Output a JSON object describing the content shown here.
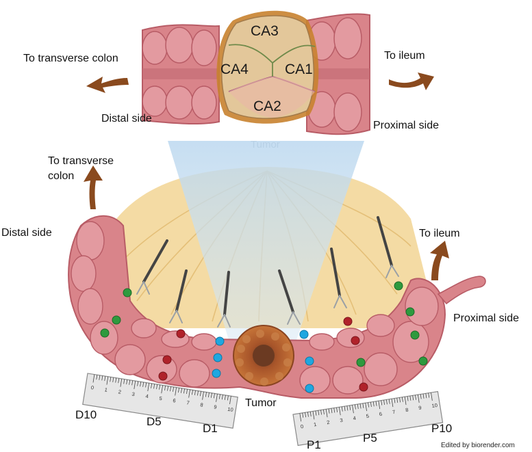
{
  "top_panel": {
    "segments": {
      "ca3": "CA3",
      "ca4": "CA4",
      "ca1": "CA1",
      "ca2": "CA2"
    },
    "to_transverse": "To transverse colon",
    "to_ileum": "To ileum",
    "distal": "Distal side",
    "proximal": "Proximal side",
    "tumor": "Tumor"
  },
  "bottom_panel": {
    "to_transverse_line1": "To transverse",
    "to_transverse_line2": "colon",
    "distal": "Distal side",
    "to_ileum": "To ileum",
    "proximal": "Proximal side",
    "tumor": "Tumor",
    "ruler_left_labels": {
      "d10": "D10",
      "d5": "D5",
      "d1": "D1"
    },
    "ruler_right_labels": {
      "p1": "P1",
      "p5": "P5",
      "p10": "P10"
    },
    "ruler_numbers": [
      "0",
      "1",
      "2",
      "3",
      "4",
      "5",
      "6",
      "7",
      "8",
      "9",
      "10"
    ]
  },
  "credit": "Edited by biorender.com",
  "colors": {
    "colon": "#d9848a",
    "colon_dark": "#b85c66",
    "mesentery": "#f3d79a",
    "tumor": "#b8642e",
    "arrow": "#8a4a1e",
    "node_green": "#2e9a3e",
    "node_red": "#b0222a",
    "node_blue": "#1fa7e0"
  }
}
